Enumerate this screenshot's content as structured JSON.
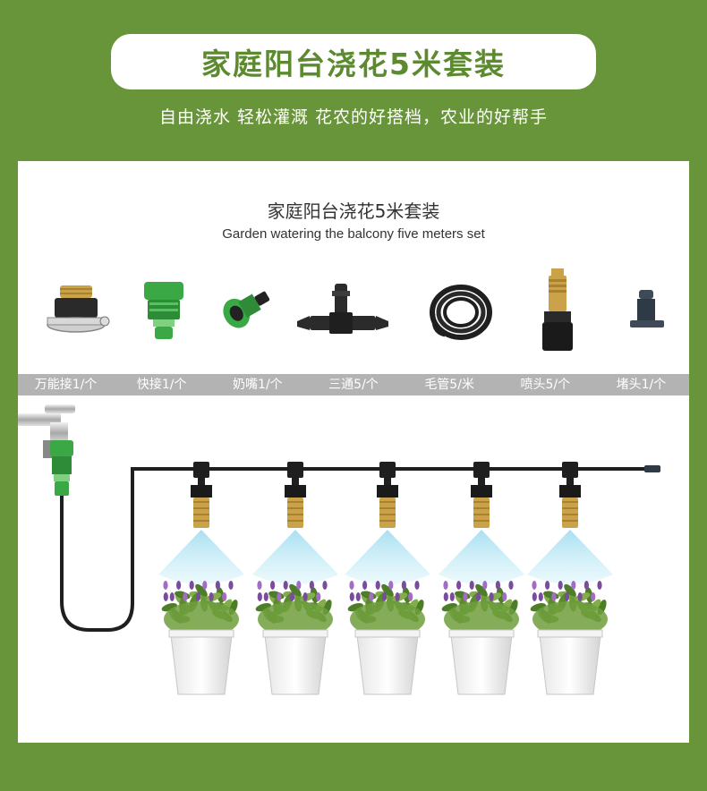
{
  "banner": {
    "title": "家庭阳台浇花5米套装"
  },
  "subtitle": "自由浇水 轻松灌溉 花农的好搭档，农业的好帮手",
  "panel": {
    "title_cn": "家庭阳台浇花5米套装",
    "title_en": "Garden watering the balcony five meters set"
  },
  "parts": [
    {
      "label": "万能接1/个",
      "icon": "universal-connector-icon"
    },
    {
      "label": "快接1/个",
      "icon": "quick-connector-icon"
    },
    {
      "label": "奶嘴1/个",
      "icon": "nipple-connector-icon"
    },
    {
      "label": "三通5/个",
      "icon": "tee-connector-icon"
    },
    {
      "label": "毛管5/米",
      "icon": "hose-coil-icon"
    },
    {
      "label": "喷头5/个",
      "icon": "sprinkler-nozzle-icon"
    },
    {
      "label": "堵头1/个",
      "icon": "end-plug-icon"
    }
  ],
  "colors": {
    "background_green": "#69953a",
    "title_green": "#5c8a2e",
    "label_bar_gray": "#b3b3b3",
    "brass": "#c9a24a",
    "connector_green": "#3aa845",
    "mist_blue": "#bfe9f5"
  }
}
